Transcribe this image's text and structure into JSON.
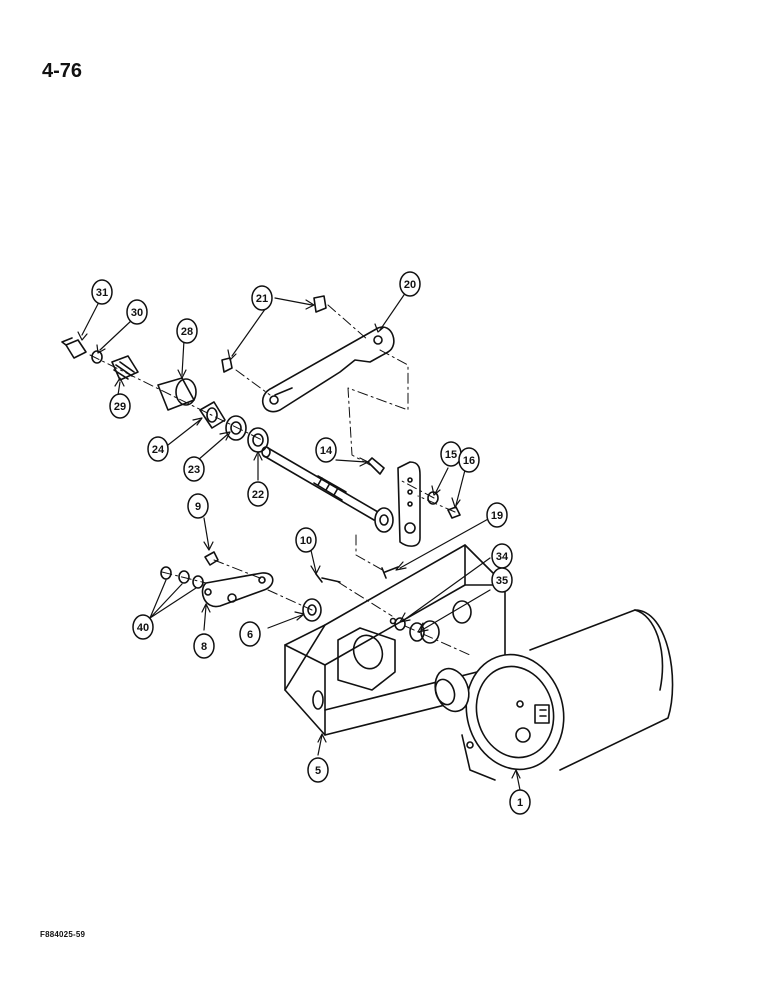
{
  "page_number": "4-76",
  "figure_code": "F884025-59",
  "callouts": [
    "1",
    "5",
    "6",
    "8",
    "9",
    "10",
    "14",
    "15",
    "16",
    "19",
    "20",
    "21",
    "22",
    "23",
    "24",
    "28",
    "29",
    "30",
    "31",
    "34",
    "35",
    "40"
  ]
}
